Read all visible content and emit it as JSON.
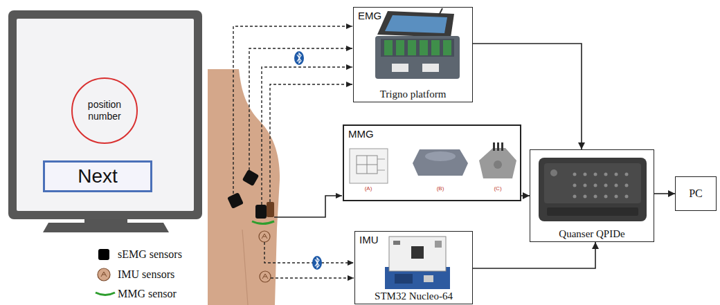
{
  "diagram": {
    "nodes": [
      {
        "text": [
          "position number"
        ]
      },
      {
        "text": [
          "Next"
        ]
      },
      {
        "text": [
          "EMG",
          "Trigno platform"
        ]
      },
      {
        "text": [
          "MMG"
        ]
      },
      {
        "text": [
          "IMU",
          "STM32 Nucleo-64"
        ]
      },
      {
        "text": [
          "Quanser QPIDe"
        ]
      },
      {
        "text": [
          "PC"
        ]
      }
    ],
    "edges": [
      {
        "from": 2,
        "to": 5,
        "arrow": "to"
      },
      {
        "from": 3,
        "to": 5,
        "arrow": "to"
      },
      {
        "from": 4,
        "to": 5,
        "arrow": "to"
      },
      {
        "from": 5,
        "to": 6,
        "arrow": "to"
      }
    ],
    "labels": [
      "(A)",
      "(B)",
      "(C)"
    ],
    "legend": [
      {
        "text": "sEMG sensors",
        "color": "#000000"
      },
      {
        "text": "IMU sensors"
      },
      {
        "text": "MMG sensor"
      }
    ]
  }
}
